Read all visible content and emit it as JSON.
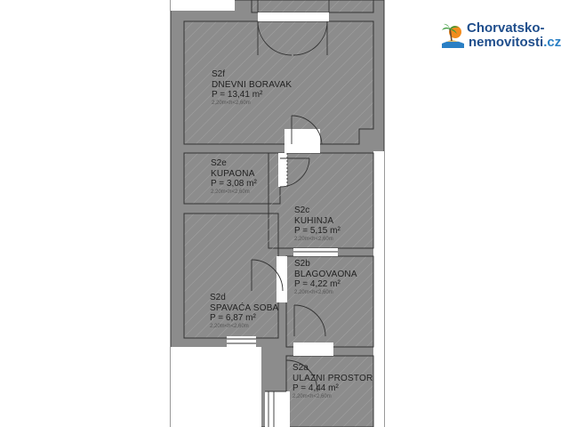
{
  "rooms": [
    {
      "code": "S2f",
      "name": "DNEVNI BORAVAK",
      "area": "P = 13,41 m²",
      "dims": "2,20m<h<2,60m"
    },
    {
      "code": "S2e",
      "name": "KUPAONA",
      "area": "P = 3,08 m²",
      "dims": "2,20m<h<2,60m"
    },
    {
      "code": "S2c",
      "name": "KUHINJA",
      "area": "P = 5,15 m²",
      "dims": "2,20m<h<2,60m"
    },
    {
      "code": "S2b",
      "name": "BLAGOVAONA",
      "area": "P = 4,22 m²",
      "dims": "2,20m<h<2,60m"
    },
    {
      "code": "S2d",
      "name": "SPAVAĆA SOBA",
      "area": "P = 6,87 m²",
      "dims": "2,20m<h<2,60m"
    },
    {
      "code": "S2a",
      "name": "ULAZNI PROSTOR",
      "area": "P = 4,44 m²",
      "dims": "2,20m<h<2,60m"
    }
  ],
  "logo": {
    "line1": "Chorvatsko-",
    "line2": "nemovitosti",
    "tld": ".cz",
    "icon": "palm-island-icon",
    "colors": {
      "text": "#1f4e8c",
      "tld": "#2a7fc4",
      "sun": "#f28c1e",
      "palm": "#3a9a3a",
      "sea": "#2a7fc4"
    }
  },
  "colors": {
    "wall": "#8c8c8c",
    "wall_edge": "#333333",
    "floor": "#ffffff",
    "hatch": "#9a9a9a"
  }
}
